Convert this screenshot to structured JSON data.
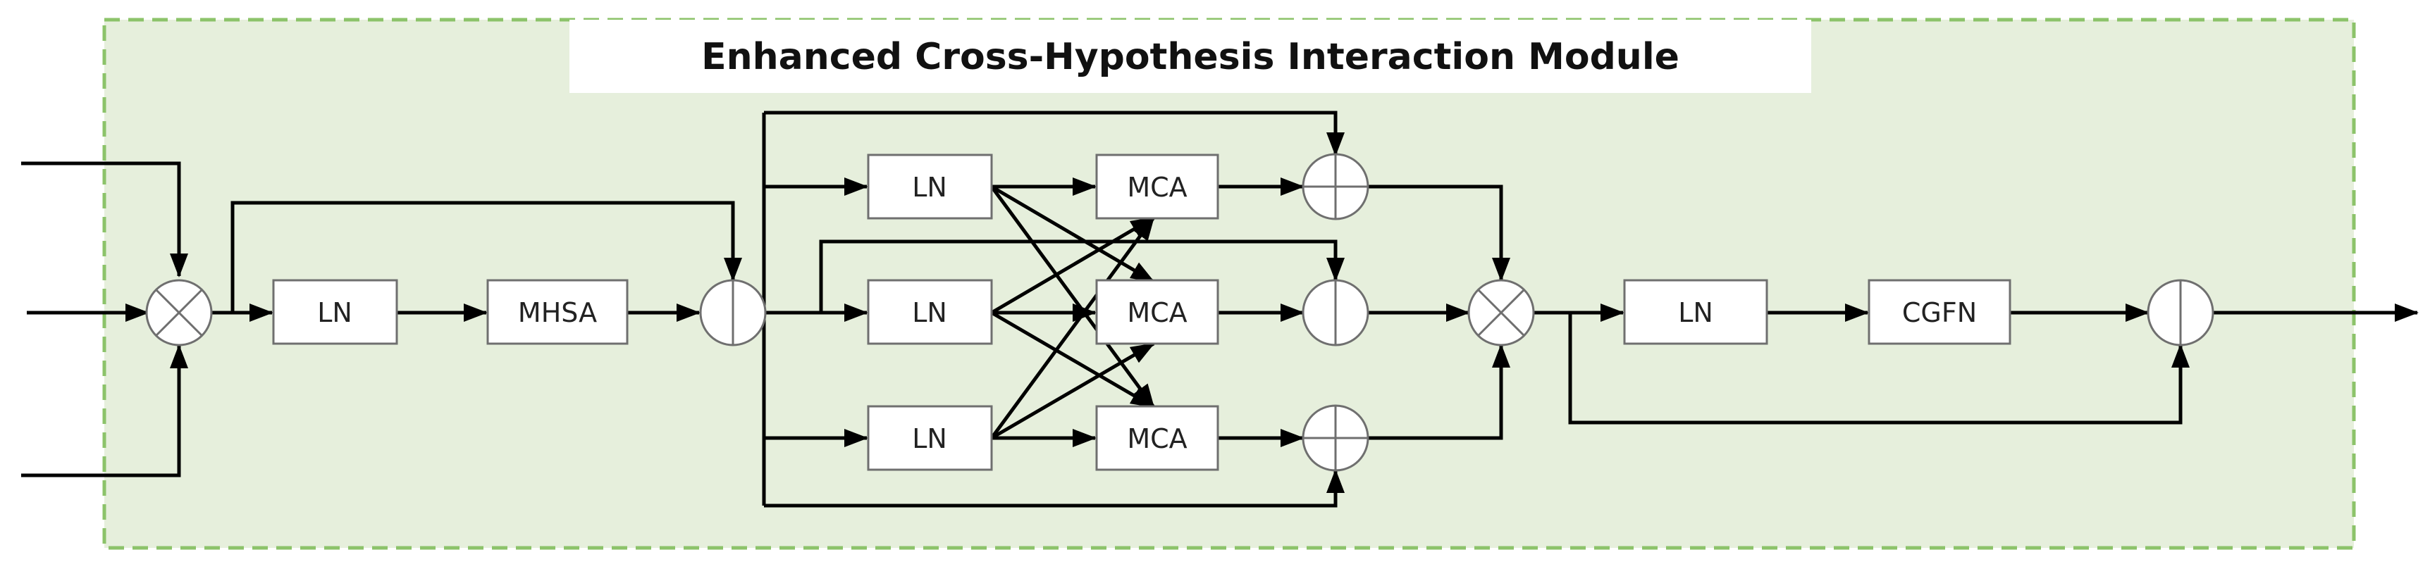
{
  "title": "Enhanced Cross-Hypothesis Interaction Module",
  "colors": {
    "module_fill": "#e6efdc",
    "module_border": "#8cc36a",
    "title_bg": "#ffffff",
    "box_fill": "#ffffff",
    "box_border": "#6f6f6f",
    "line": "#000000"
  },
  "blocks": {
    "ln_main": "LN",
    "mhsa": "MHSA",
    "ln_branch_1": "LN",
    "ln_branch_2": "LN",
    "ln_branch_3": "LN",
    "mca_1": "MCA",
    "mca_2": "MCA",
    "mca_3": "MCA",
    "ln_ffn": "LN",
    "cgfn": "CGFN"
  },
  "operators": {
    "input_fuse": "multiply",
    "residual_1": "add",
    "branch_add_1": "add",
    "branch_add_2": "add",
    "branch_add_3": "add",
    "branch_fuse": "multiply",
    "residual_2": "add"
  }
}
